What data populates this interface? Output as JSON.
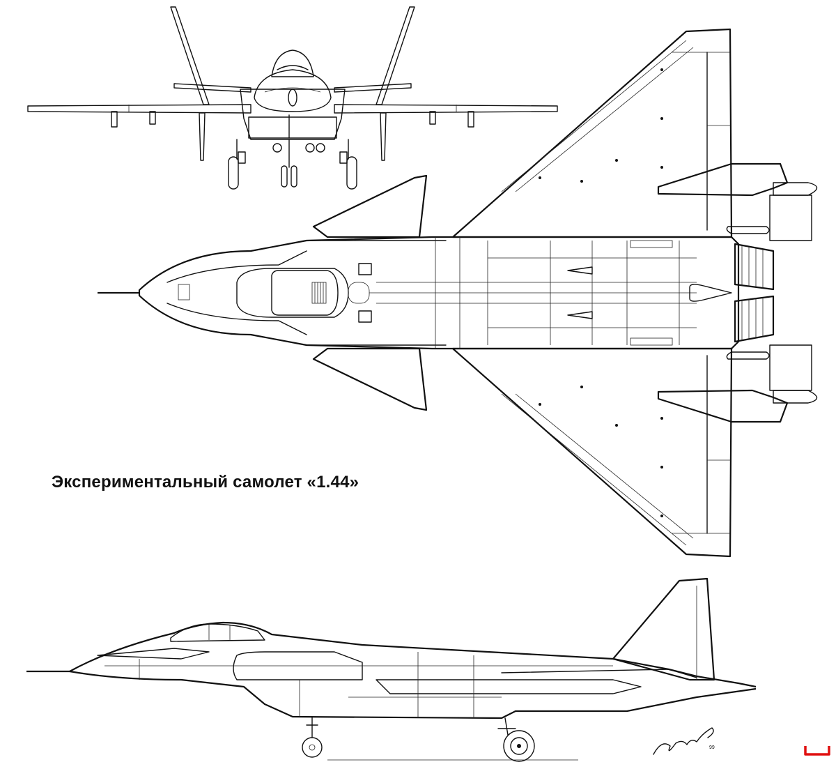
{
  "caption": {
    "title": "Экспериментальный самолет «1.44»"
  },
  "views": [
    "front-view",
    "top-view",
    "side-view"
  ],
  "colors": {
    "ink": "#111111",
    "paper": "#ffffff",
    "corner_mark": "#e01010"
  }
}
